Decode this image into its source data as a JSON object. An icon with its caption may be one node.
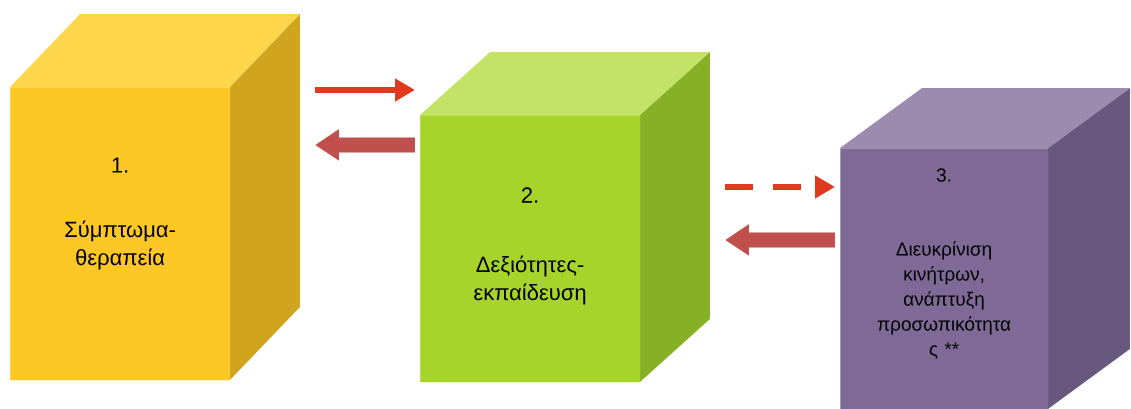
{
  "diagram": {
    "nodes": [
      {
        "text": [
          "1.",
          "Σύμπτωμα- θεραπεία"
        ]
      },
      {
        "text": [
          "2.",
          "Δεξιότητες- εκπαίδευση"
        ]
      },
      {
        "text": [
          "3.",
          "Διευκρίνιση κινήτρων, ανάπτυξη προσωπικότητα ς **"
        ]
      }
    ],
    "edges": [
      {
        "from": 0,
        "to": 1,
        "arrow": "to",
        "color": "#e03a1e"
      },
      {
        "from": 1,
        "to": 0,
        "arrow": "to",
        "style": "thick",
        "color": "#c0504d"
      },
      {
        "from": 1,
        "to": 2,
        "arrow": "to",
        "style": "dashed",
        "color": "#e03a1e"
      },
      {
        "from": 2,
        "to": 1,
        "arrow": "to",
        "style": "thick",
        "color": "#c0504d"
      }
    ]
  }
}
